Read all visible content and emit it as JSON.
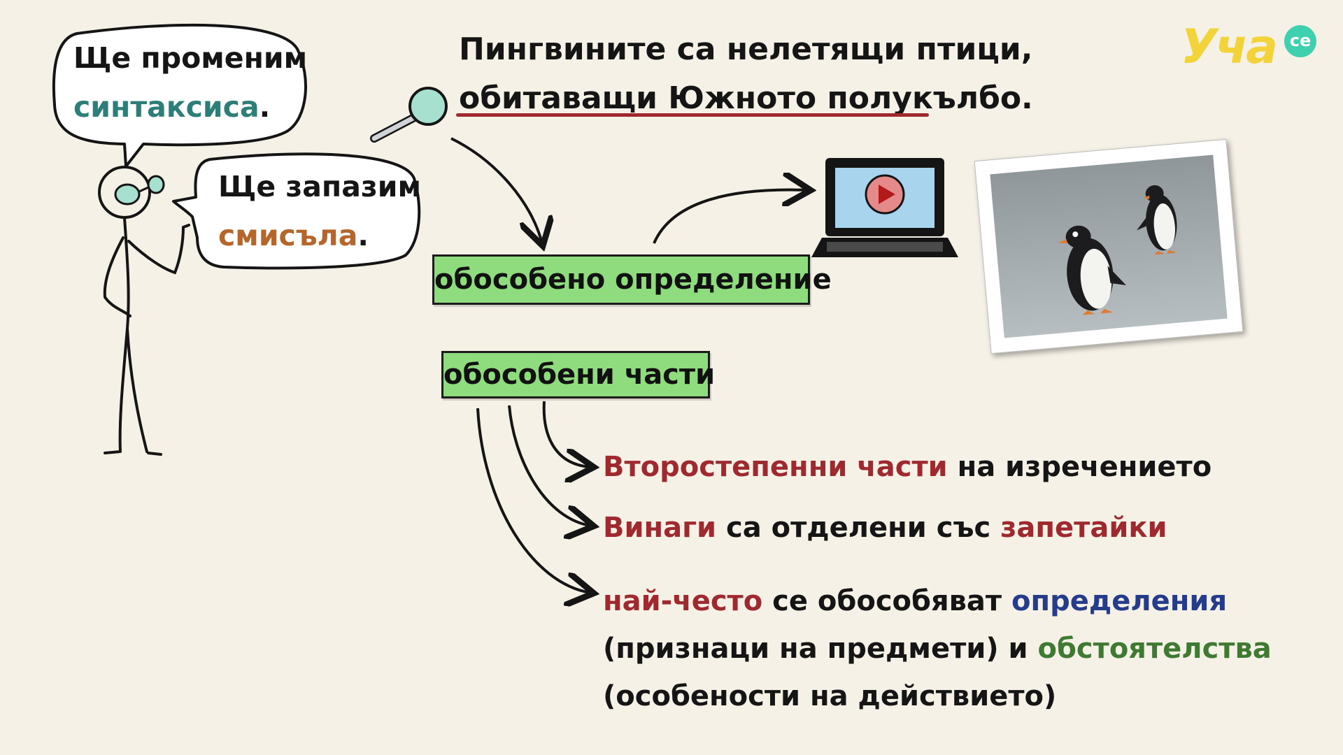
{
  "logo": {
    "main": "Уча",
    "suffix": "се",
    "color": "#f2d33a",
    "accent": "#3fd0b0"
  },
  "bubble1": {
    "line1": "Ще променим",
    "word": "синтаксиса",
    "dot": "."
  },
  "bubble2": {
    "line1": "Ще запазим",
    "word": "смисъла",
    "dot": "."
  },
  "sentence": {
    "line1": "Пингвините са нелетящи птици,",
    "line2": "обитаващи Южното полукълбо."
  },
  "box1": {
    "label": "обособено определение"
  },
  "box2": {
    "label": "обособени части"
  },
  "points": {
    "p1": {
      "a": "Второстепенни части",
      "b": " на изречението"
    },
    "p2": {
      "a": "Винаги",
      "b": " са отделени със ",
      "c": "запетайки"
    },
    "p3": {
      "a": "най-често",
      "b": " се обособяват ",
      "c": "определения",
      "d": "(признаци на предмети) и ",
      "e": "обстоятелства",
      "f": "(особености на действието)"
    }
  },
  "icons": {
    "magnifier": "magnifier-icon",
    "laptop": "laptop-play-icon",
    "photo": "penguins-photo"
  },
  "colors": {
    "background": "#f6f1e7",
    "box_fill": "#8fdc7e",
    "red": "#9e2a2f",
    "teal": "#2d7d78",
    "orange": "#b5662b",
    "blue": "#243c8a",
    "green": "#3f7a33"
  }
}
